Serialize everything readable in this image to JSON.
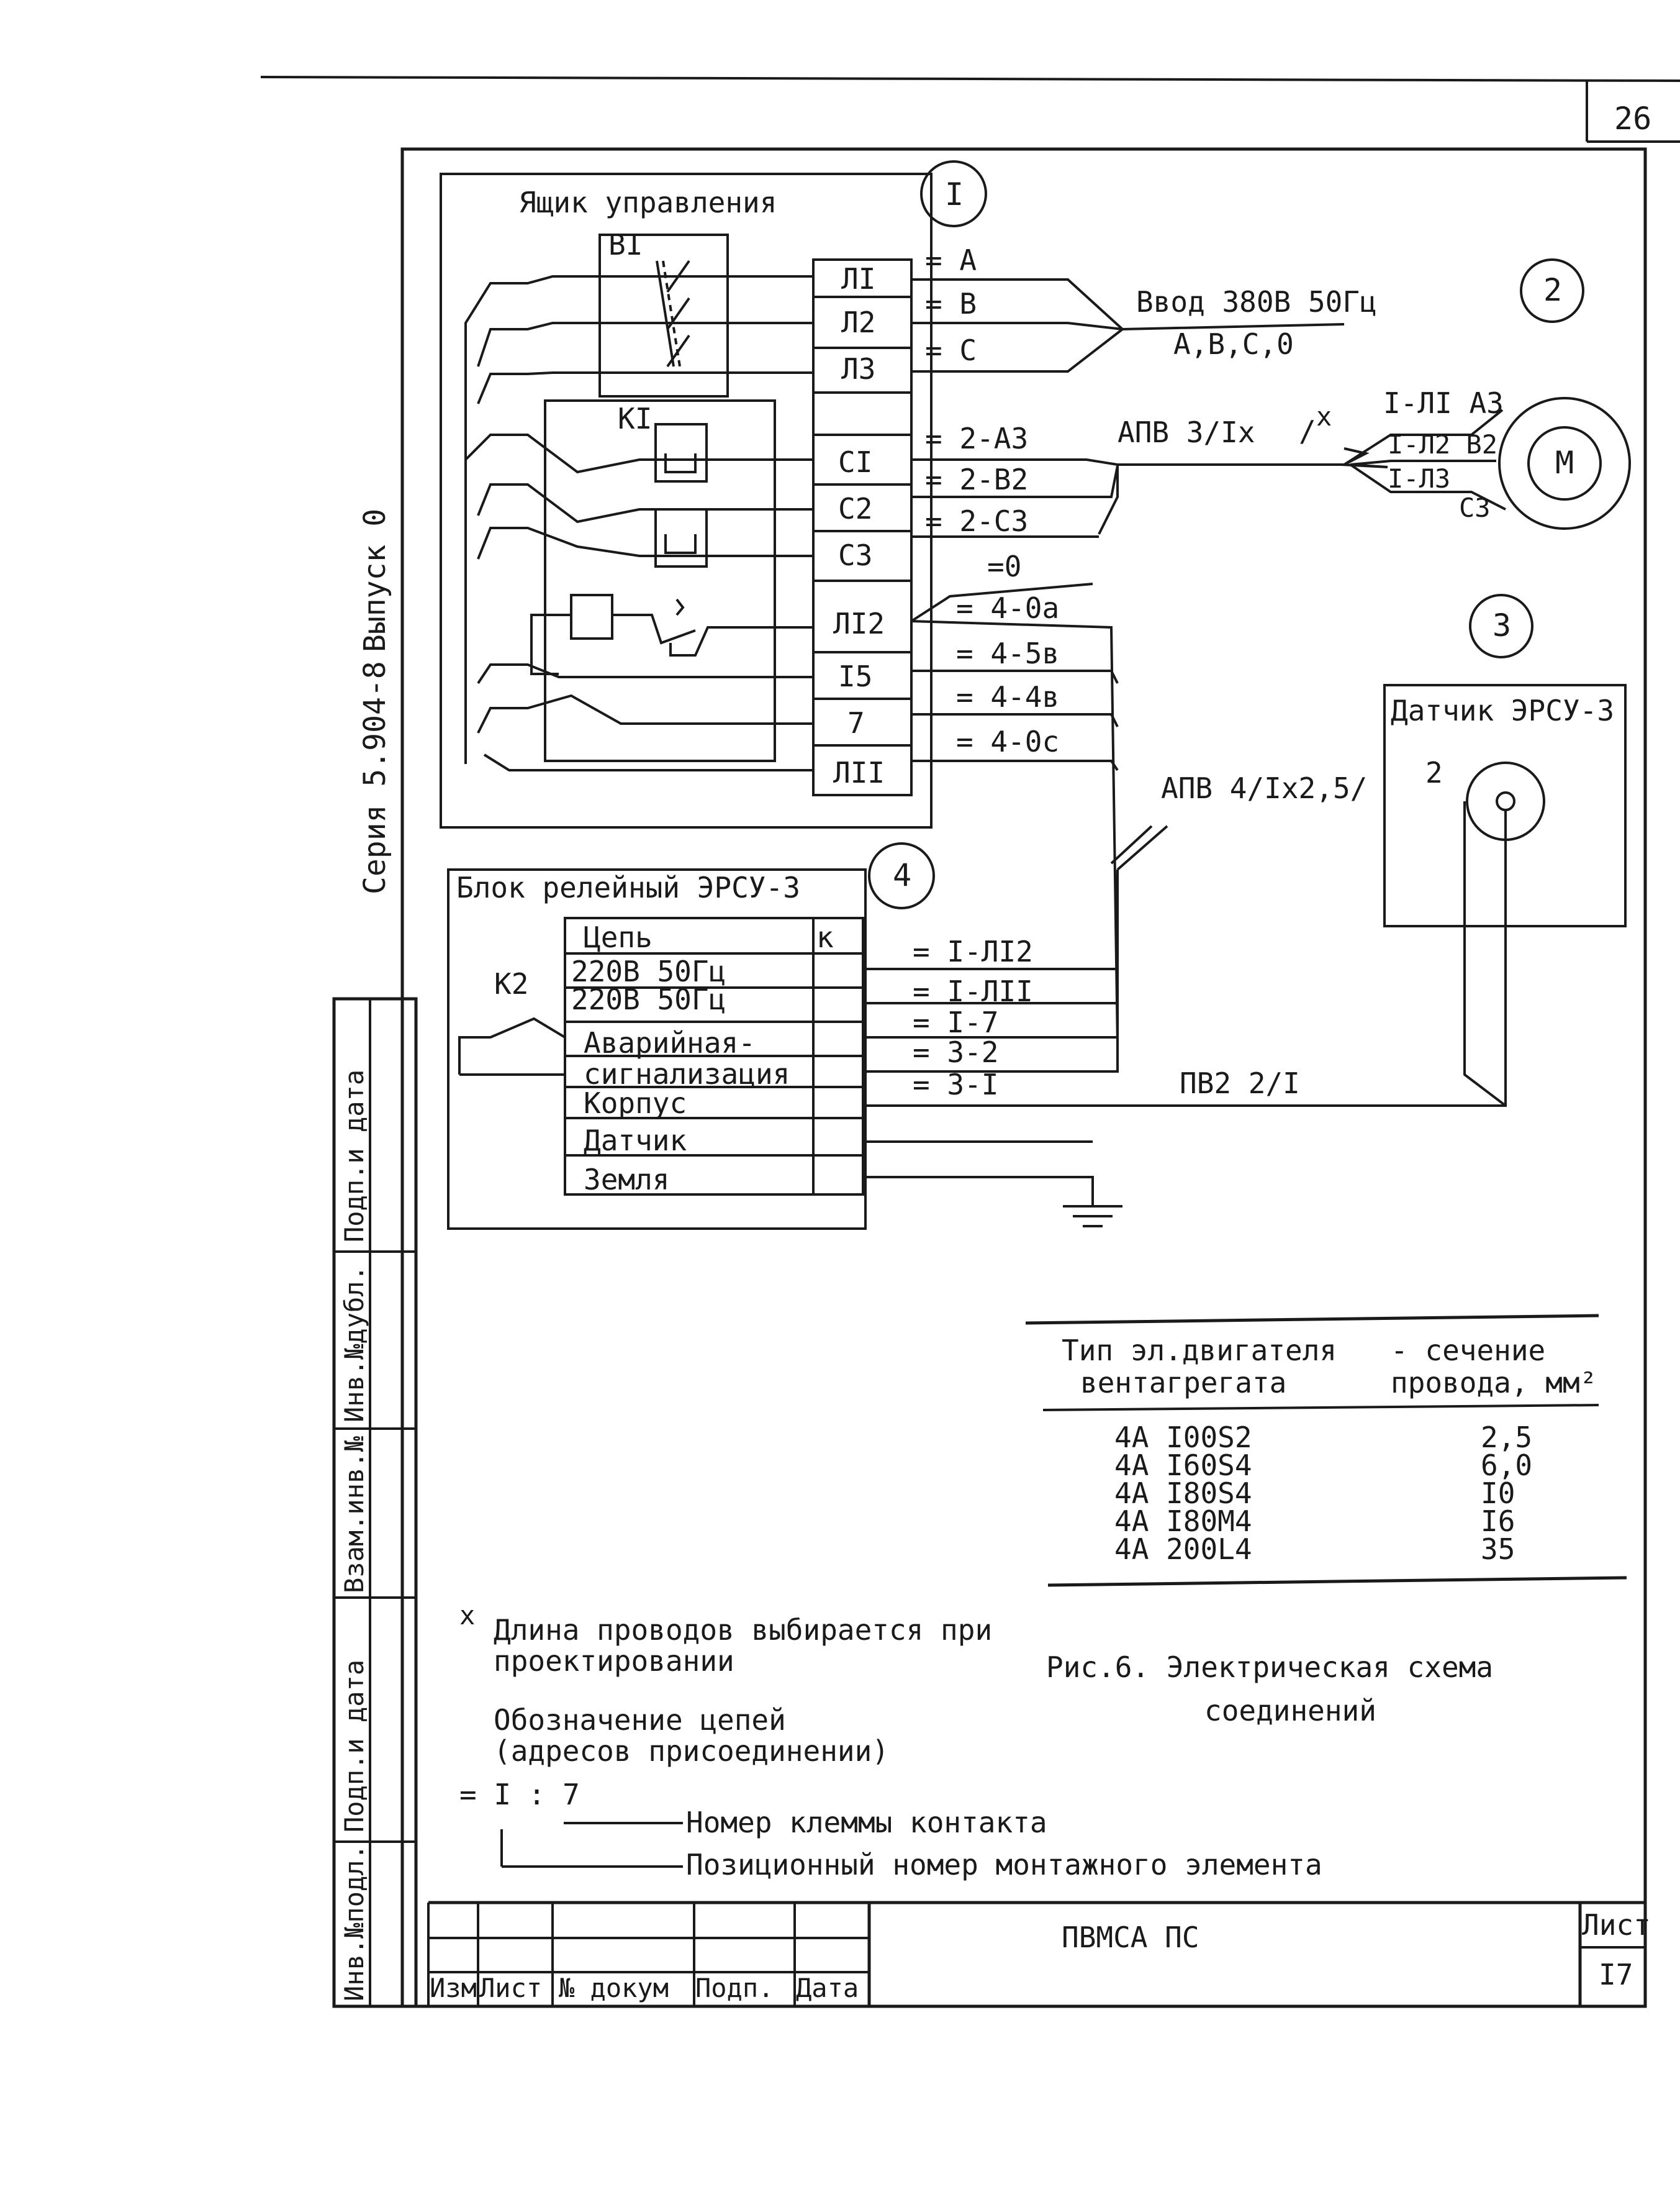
{
  "sheet": {
    "page_number": "26",
    "series_label": "Серия 5.904-8",
    "issue_label": "Выпуск 0",
    "figure_caption_line1": "Рис.6. Электрическая схема",
    "figure_caption_line2": "соединений"
  },
  "left_strip": [
    "Подп.и дата",
    "Инв.№дубл.",
    "Взам.инв.№",
    "Подп.и дата",
    "Инв.№подл."
  ],
  "title_block": {
    "cols": [
      "Изм",
      "Лист",
      "№ докум",
      "Подп.",
      "Дата"
    ],
    "doc_code": "ПВМСА ПС",
    "sheet_label": "Лист",
    "sheet_number": "I7"
  },
  "nodes": {
    "n1": "I",
    "n2": "2",
    "n3": "3",
    "n4": "4",
    "motor": "M"
  },
  "control_box": {
    "title": "Ящик управления",
    "breaker": "ВI",
    "contactor": "КI",
    "terminals": [
      "ЛI",
      "Л2",
      "Л3",
      "",
      "СI",
      "С2",
      "С3",
      "ЛI2",
      "I5",
      "7",
      "ЛII"
    ]
  },
  "wire_labels": {
    "a": "= A",
    "b": "= B",
    "c": "= C",
    "a3": "= 2-А3",
    "b2": "= 2-В2",
    "c3": "= 2-С3",
    "z0": "=0",
    "z4_0a": "= 4-0а",
    "z4_5v": "= 4-5в",
    "z4_4v": "= 4-4в",
    "z4_0c": "= 4-0с",
    "r1": "= I-ЛI2",
    "r2": "= I-ЛII",
    "r3": "= I-7",
    "r4": "= 3-2",
    "r5": "= 3-I"
  },
  "cables": {
    "input": "Ввод 380В 50Гц",
    "input_phases": "А,В,С,0",
    "motor_cable": "АПВ 3/Iх",
    "motor_mark": "х",
    "sensor_cable": "АПВ 4/Iх2,5/",
    "sensor_cable2": "ПВ2 2/I"
  },
  "motor_terms": [
    "I-ЛI А3",
    "I-Л2 В2",
    "I-Л3",
    "С3"
  ],
  "sensor": {
    "title": "Датчик ЭРСУ-3",
    "pin": "2"
  },
  "relay_block": {
    "title": "Блок релейный ЭРСУ-3",
    "relay": "К2",
    "head_left": "Цепь",
    "head_right": "к",
    "rows": [
      "220В 50Гц",
      "220В 50Гц",
      "Аварийная-",
      "сигнализация",
      "Корпус",
      "Датчик",
      "Земля"
    ]
  },
  "wire_table": {
    "head_left_1": "Тип эл.двигателя",
    "head_left_2": "вентагрегата",
    "head_right_1": "- сечение",
    "head_right_2": "провода, мм²",
    "rows": [
      {
        "type": "4А I00S2",
        "section": "2,5"
      },
      {
        "type": "4А I60S4",
        "section": "6,0"
      },
      {
        "type": "4А I80S4",
        "section": "I0"
      },
      {
        "type": "4А I80M4",
        "section": "I6"
      },
      {
        "type": "4А 200L4",
        "section": "35"
      }
    ]
  },
  "notes": {
    "mark": "х",
    "length_1": "Длина проводов выбирается при",
    "length_2": "проектировании",
    "legend_1": "Обозначение цепей",
    "legend_2": "(адресов присоединении)",
    "example": "= I : 7",
    "term_no": "Номер клеммы контакта",
    "pos_no": "Позиционный номер монтажного элемента"
  }
}
